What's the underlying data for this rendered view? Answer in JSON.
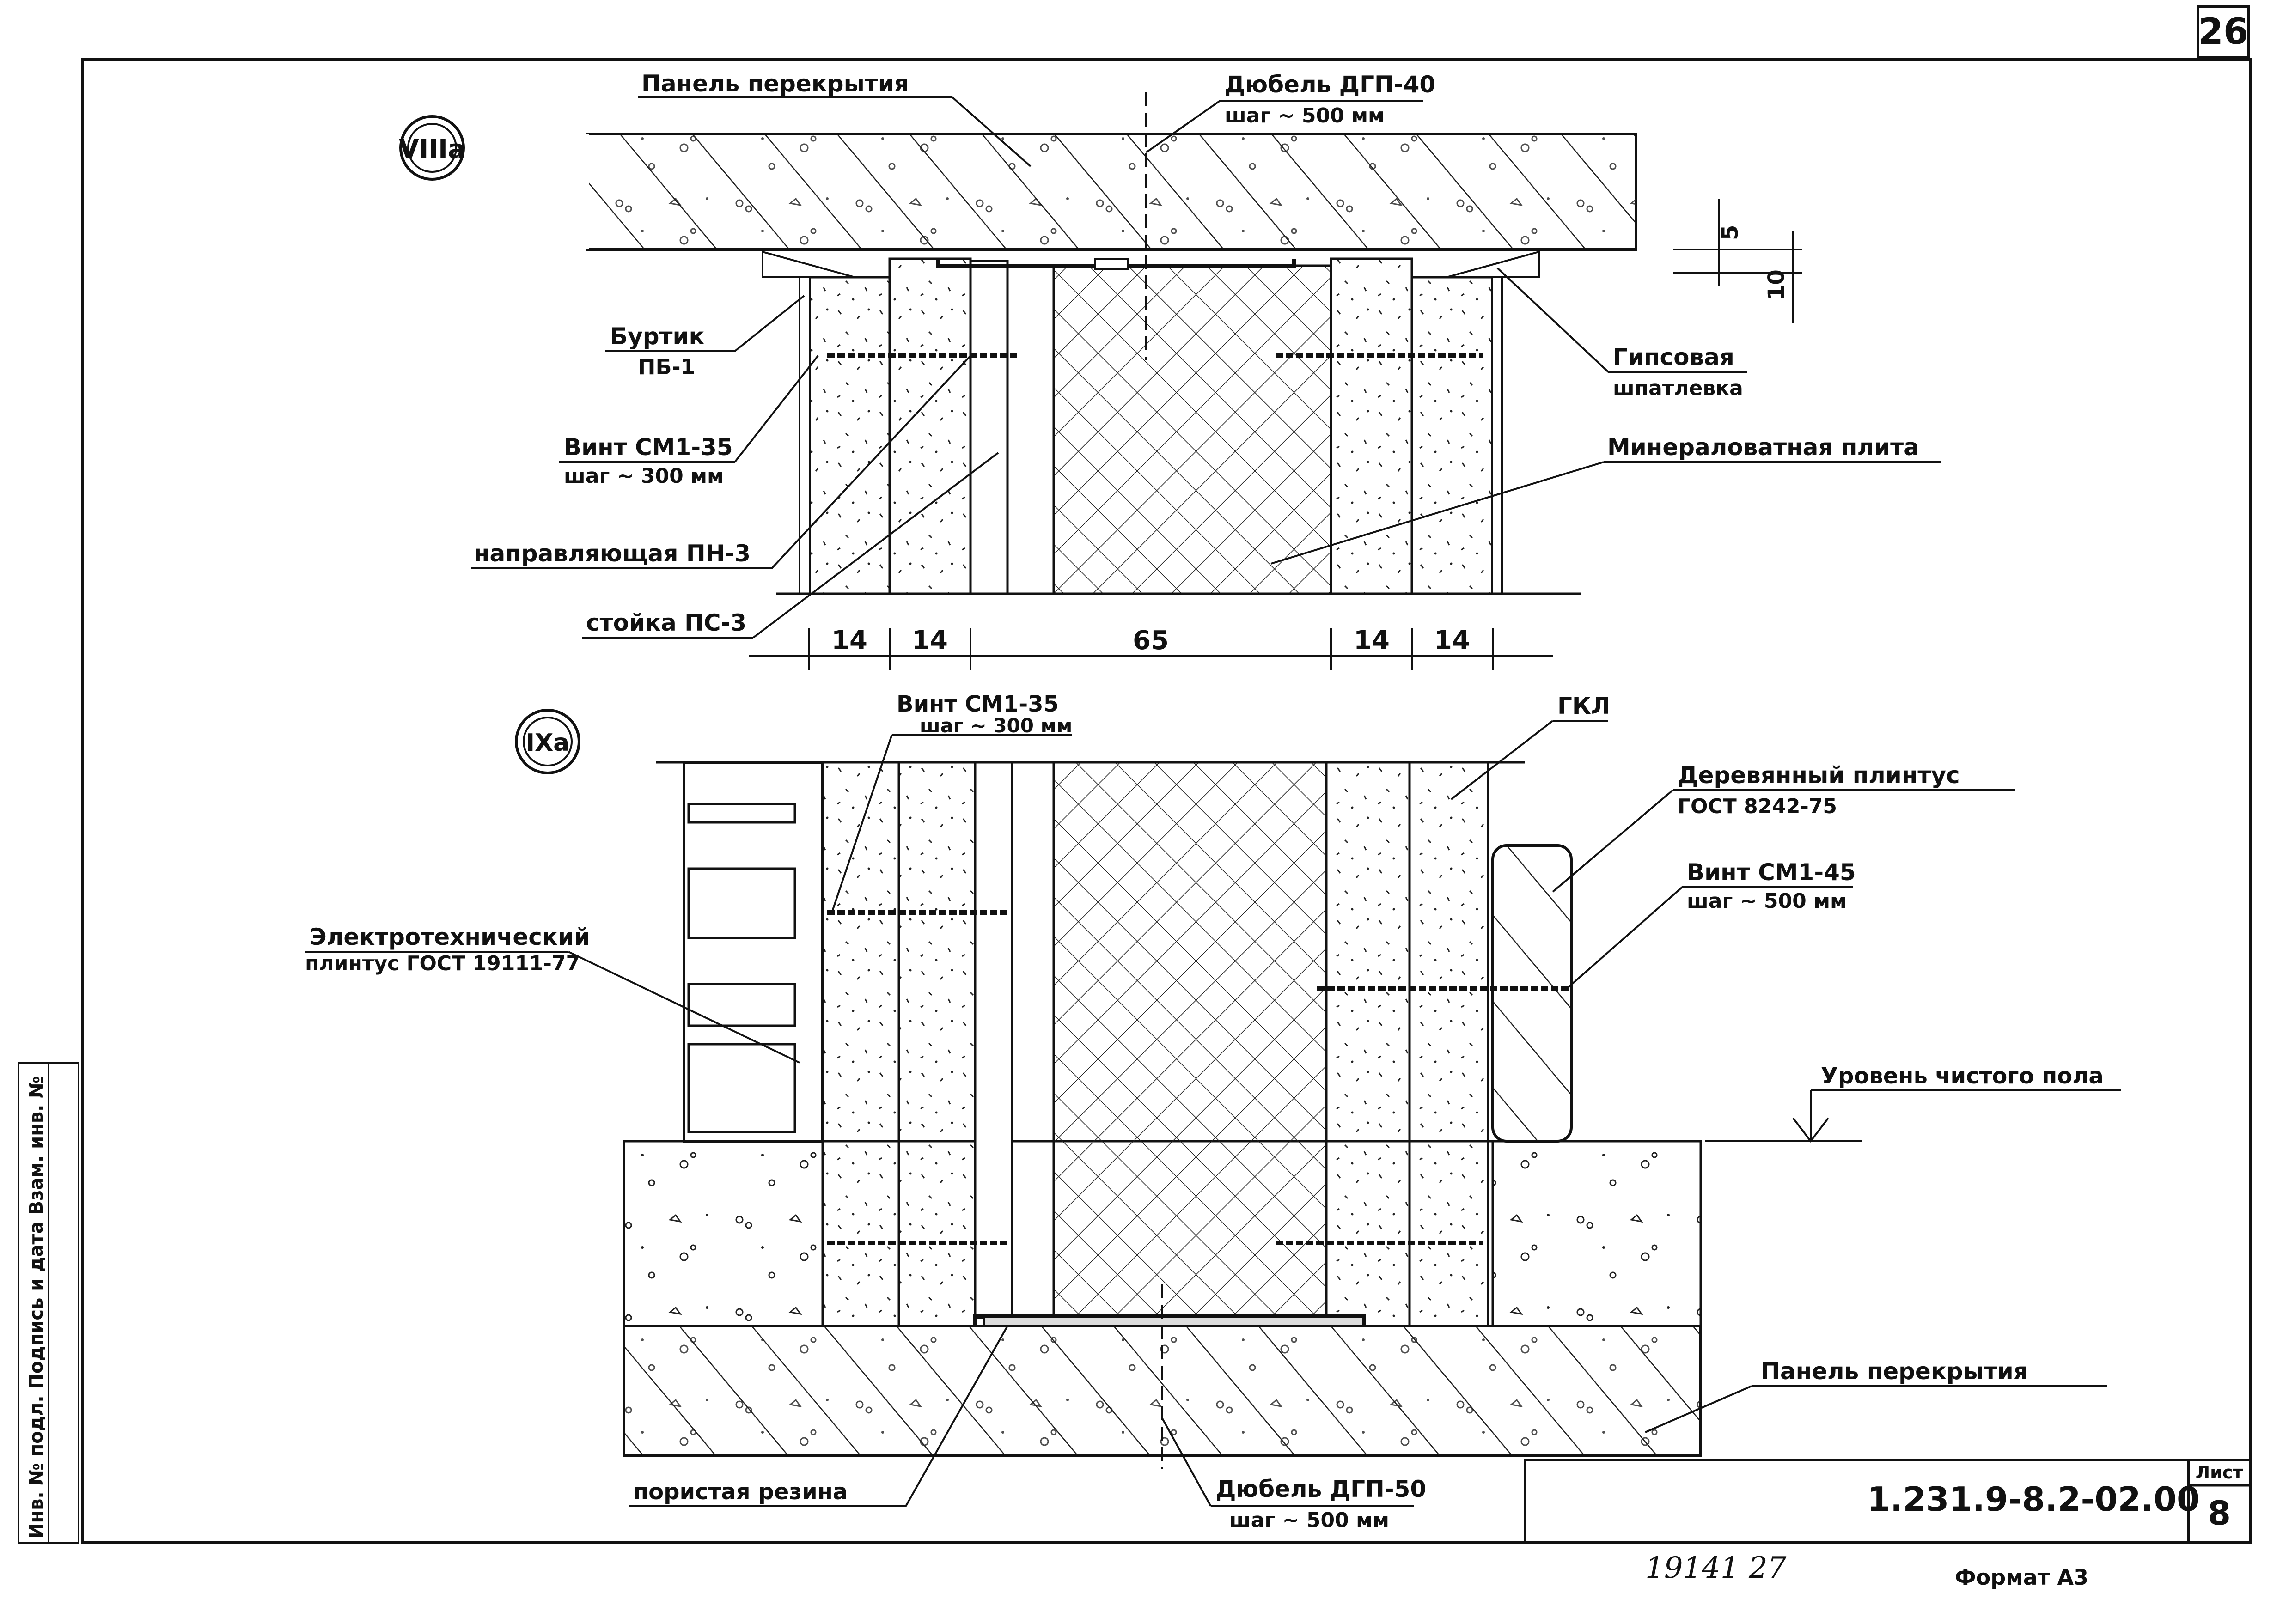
{
  "sheet_number": "26",
  "details": {
    "top_id": "VIIIa",
    "bottom_id": "IXa"
  },
  "top": {
    "panel": "Панель перекрытия",
    "dowel": "Дюбель ДГП-40",
    "dowel_step": "шаг ~ 500 мм",
    "bead": "Буртик",
    "bead_code": "ПБ-1",
    "screw": "Винт СМ1-35",
    "screw_step": "шаг ~ 300 мм",
    "guide": "направляющая ПН-3",
    "stud": "стойка ПС-3",
    "putty": "Гипсовая",
    "putty2": "шпатлевка",
    "wool": "Минераловатная плита",
    "dim_gap_a": "5",
    "dim_gap_b": "10",
    "dims": [
      "14",
      "14",
      "65",
      "14",
      "14"
    ]
  },
  "bottom": {
    "screw": "Винт СМ1-35",
    "screw_step": "шаг ~ 300 мм",
    "gkl": "ГКЛ",
    "wood_plinth": "Деревянный плинтус",
    "wood_plinth_std": "ГОСТ 8242-75",
    "screw2": "Винт СМ1-45",
    "screw2_step": "шаг ~ 500 мм",
    "el_plinth": "Электротехнический",
    "el_plinth_std": "плинтус ГОСТ 19111-77",
    "floor_level": "Уровень чистого пола",
    "panel": "Панель перекрытия",
    "rubber": "пористая резина",
    "dowel": "Дюбель ДГП-50",
    "dowel_step": "шаг ~ 500 мм"
  },
  "stamp": {
    "code": "1.231.9-8.2-02.00",
    "sheet_label": "Лист",
    "sheet_no": "8"
  },
  "side_stamp": "Инв. № подл. Подпись и дата Взам. инв. №",
  "footer": {
    "handwritten": "19141  27",
    "format": "Формат А3"
  }
}
